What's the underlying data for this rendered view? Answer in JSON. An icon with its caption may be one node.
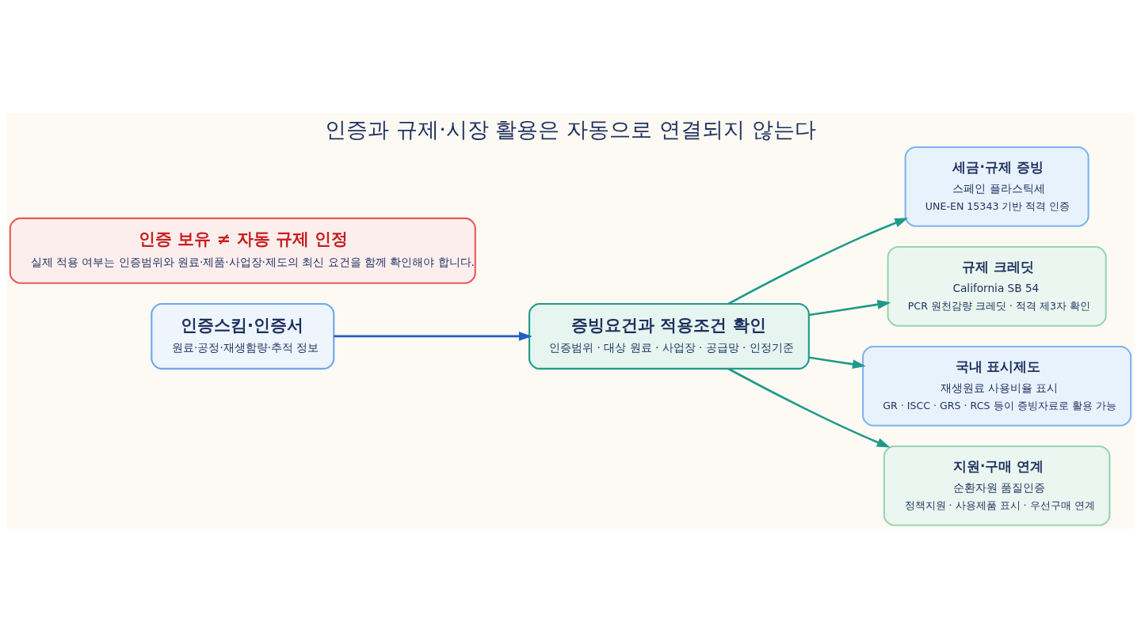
{
  "diagram": {
    "title": "인증과 규제·시장 활용은 자동으로 연결되지 않는다",
    "nodes": [
      {
        "text": [
          "인증스킴·인증서",
          "원료·공정·재생함량·추적 정보"
        ]
      },
      {
        "text": [
          "증빙요건과 적용조건 확인",
          "인증범위 · 대상 원료 · 사업장 · 공급망 · 인정기준"
        ]
      },
      {
        "text": [
          "세금·규제 증빙",
          "스페인 플라스틱세",
          "UNE-EN 15343 기반 적격 인증"
        ]
      },
      {
        "text": [
          "규제 크레딧",
          "California SB 54",
          "PCR 원천감량 크레딧 · 적격 제3자 확인"
        ]
      },
      {
        "text": [
          "국내 표시제도",
          "재생원료 사용비율 표시",
          "GR · ISCC · GRS · RCS 등이 증빙자료로 활용 가능"
        ]
      },
      {
        "text": [
          "지원·구매 연계",
          "순환자원 품질인증",
          "정책지원 · 사용제품 표시 · 우선구매 연계"
        ]
      },
      {
        "text": [
          "인증 보유 ≠ 자동 규제 인정",
          "실제 적용 여부는 인증범위와 원료·제품·사업장·제도의 최신 요건을 함께 확인해야 합니다."
        ]
      }
    ],
    "edges": [
      {
        "from": 0,
        "to": 1,
        "arrow": "to",
        "color": "#1f5fc8"
      },
      {
        "from": 1,
        "to": 2,
        "arrow": "to"
      },
      {
        "from": 1,
        "to": 3,
        "arrow": "to"
      },
      {
        "from": 1,
        "to": 4,
        "arrow": "to"
      },
      {
        "from": 1,
        "to": 5,
        "arrow": "to"
      }
    ]
  }
}
